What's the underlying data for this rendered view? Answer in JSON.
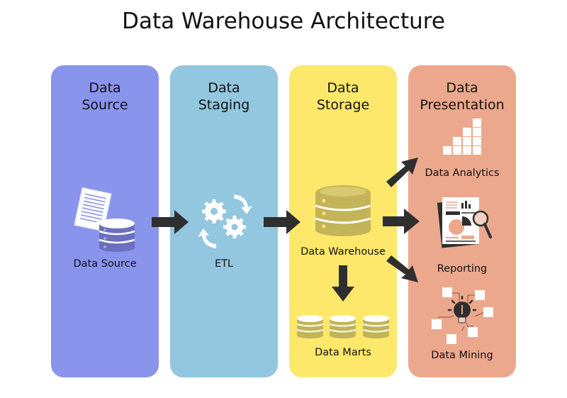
{
  "title": "Data Warehouse Architecture",
  "colors": {
    "source": "#8994ec",
    "staging": "#93c6df",
    "storage": "#fde86c",
    "presentation": "#eca88d",
    "arrow": "#2f2f2f",
    "db_source": "#6a6fbf",
    "db_storage": "#c3b359"
  },
  "columns": [
    {
      "id": "source",
      "title_line1": "Data",
      "title_line2": "Source"
    },
    {
      "id": "staging",
      "title_line1": "Data",
      "title_line2": "Staging"
    },
    {
      "id": "storage",
      "title_line1": "Data",
      "title_line2": "Storage"
    },
    {
      "id": "presentation",
      "title_line1": "Data",
      "title_line2": "Presentation"
    }
  ],
  "nodes": {
    "data_source": {
      "label": "Data Source",
      "icon": "document-database-icon"
    },
    "etl": {
      "label": "ETL",
      "icon": "gears-cycle-icon"
    },
    "data_warehouse": {
      "label": "Data Warehouse",
      "icon": "database-icon"
    },
    "data_marts": {
      "label": "Data Marts",
      "icon": "database-icon"
    },
    "data_analytics": {
      "label": "Data Analytics",
      "icon": "bar-chart-icon"
    },
    "reporting": {
      "label": "Reporting",
      "icon": "report-magnifier-icon"
    },
    "data_mining": {
      "label": "Data Mining",
      "icon": "lightbulb-network-icon"
    }
  },
  "edges": [
    {
      "from": "Data Source",
      "to": "ETL"
    },
    {
      "from": "ETL",
      "to": "Data Warehouse"
    },
    {
      "from": "Data Warehouse",
      "to": "Data Marts"
    },
    {
      "from": "Data Warehouse",
      "to": "Data Analytics"
    },
    {
      "from": "Data Warehouse",
      "to": "Reporting"
    },
    {
      "from": "Data Warehouse",
      "to": "Data Mining"
    }
  ]
}
